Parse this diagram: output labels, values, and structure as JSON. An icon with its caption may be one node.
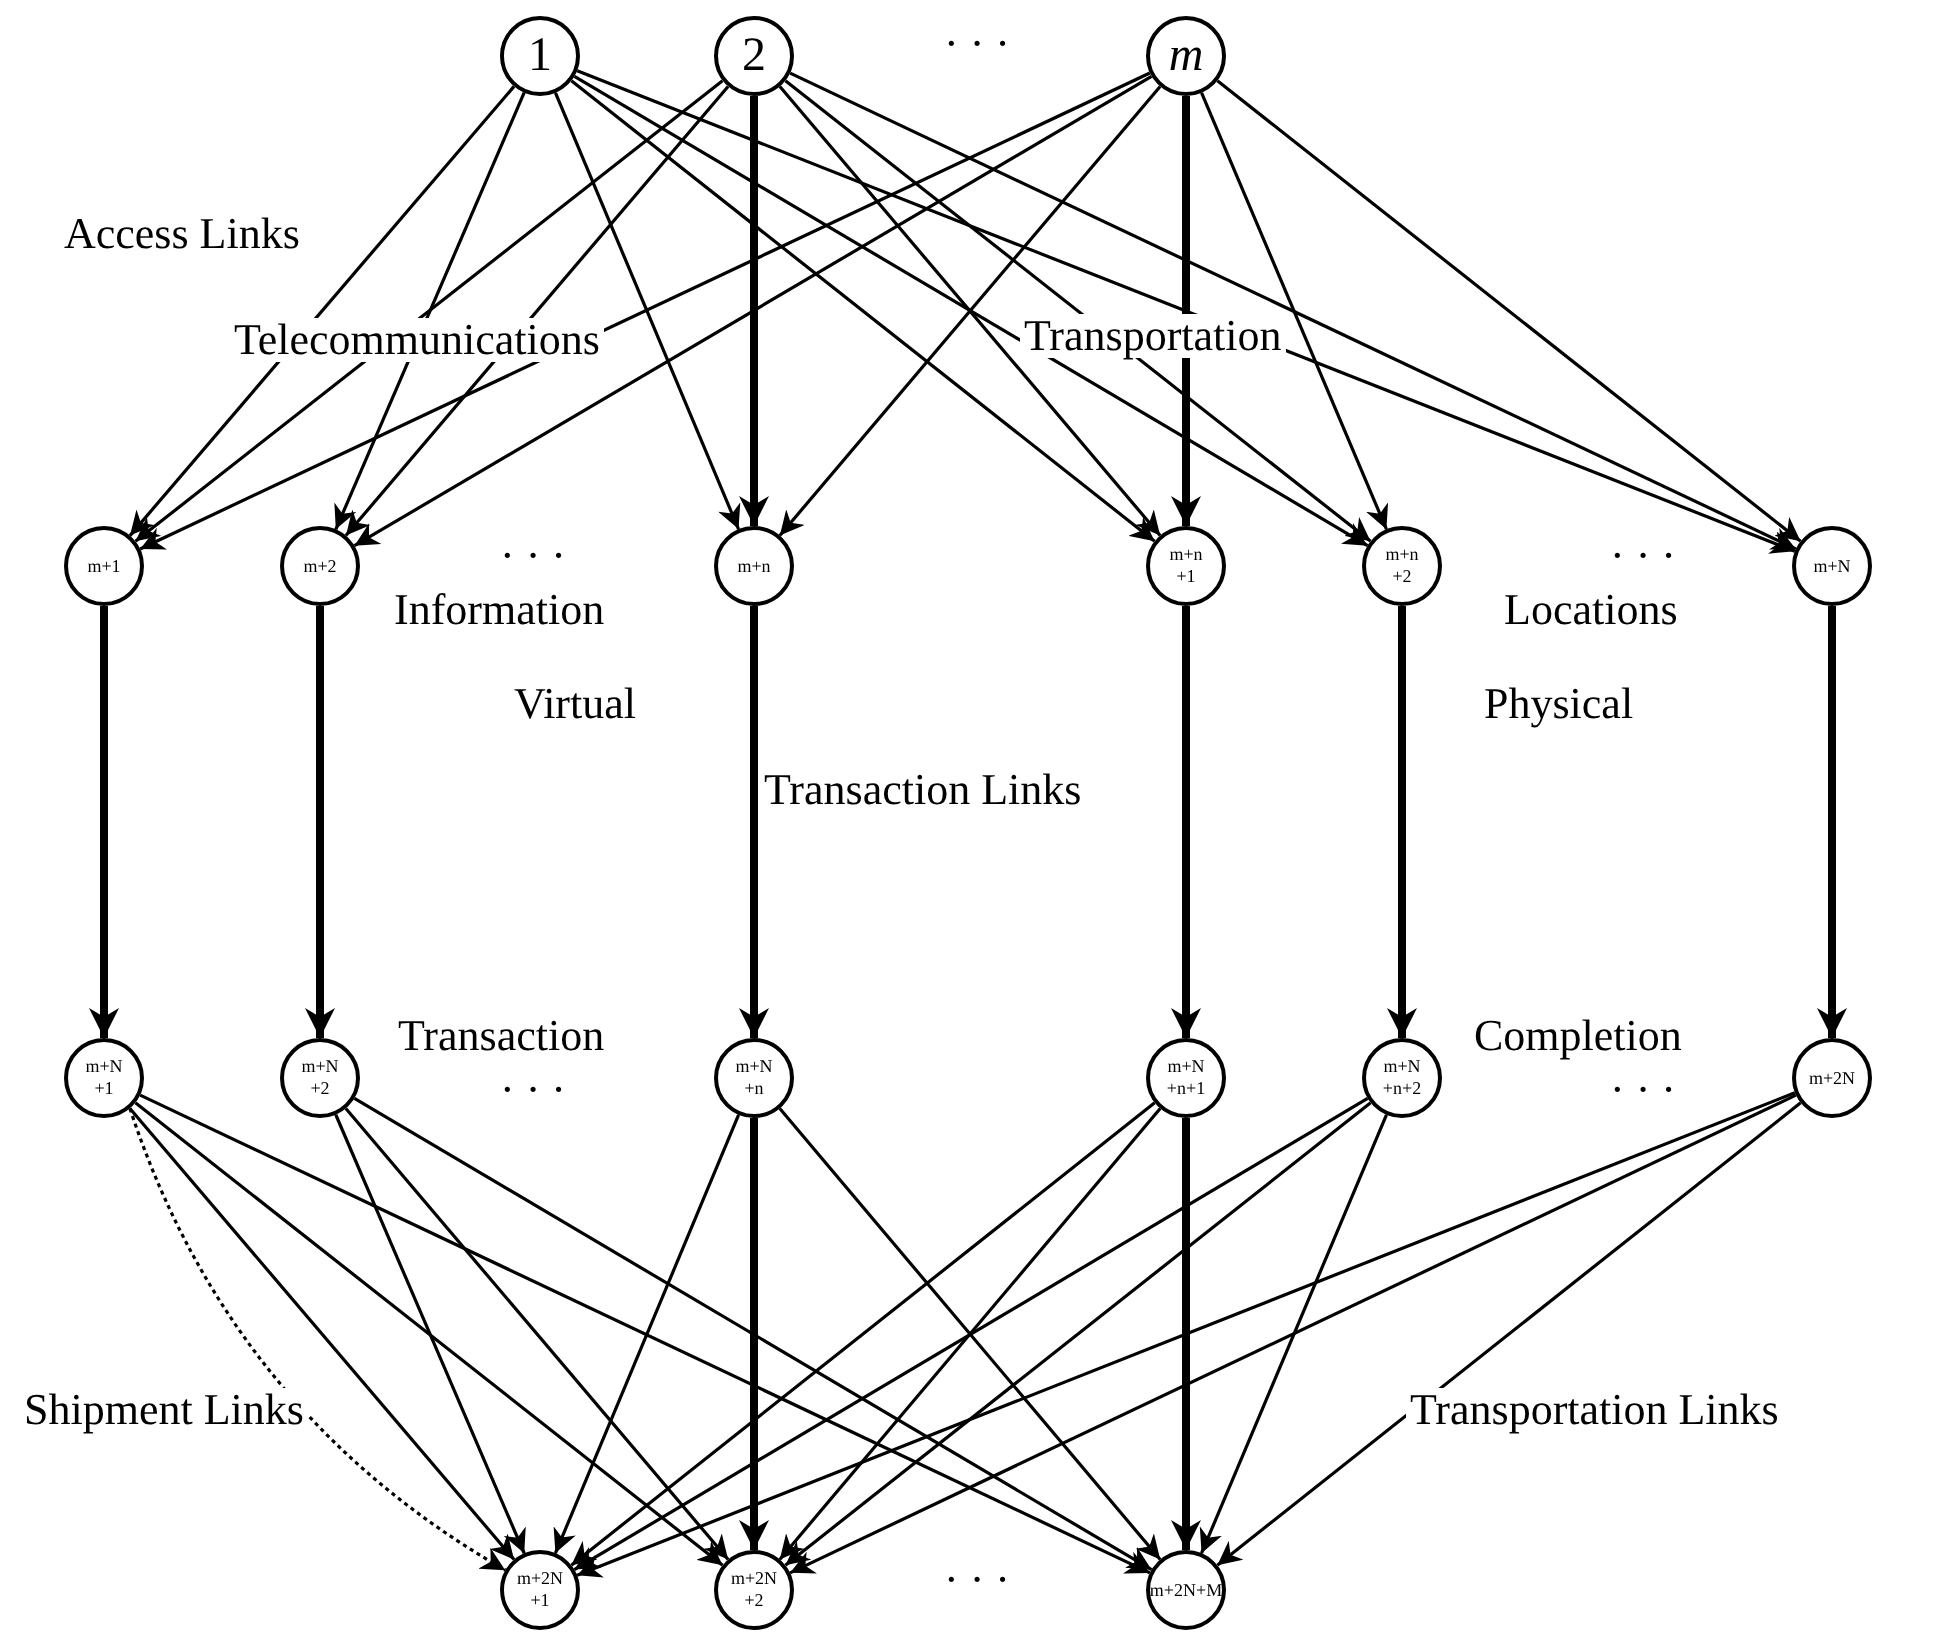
{
  "diagram": {
    "nodes": [
      {
        "text": [
          "1"
        ]
      },
      {
        "text": [
          "2"
        ]
      },
      {
        "text": [
          "*m*"
        ]
      },
      {
        "text": [
          "m+1"
        ]
      },
      {
        "text": [
          "m+2"
        ]
      },
      {
        "text": [
          "m+n"
        ]
      },
      {
        "text": [
          "m+n +1"
        ]
      },
      {
        "text": [
          "m+n +2"
        ]
      },
      {
        "text": [
          "m+N"
        ]
      },
      {
        "text": [
          "m+N +1"
        ]
      },
      {
        "text": [
          "m+N +2"
        ]
      },
      {
        "text": [
          "m+N +n"
        ]
      },
      {
        "text": [
          "m+N +n+1"
        ]
      },
      {
        "text": [
          "m+N +n+2"
        ]
      },
      {
        "text": [
          "m+2N"
        ]
      },
      {
        "text": [
          "m+2N +1"
        ]
      },
      {
        "text": [
          "m+2N +2"
        ]
      },
      {
        "text": [
          "m+2N+M"
        ]
      }
    ],
    "edges": [
      {
        "from": 0,
        "to": 3,
        "arrow": "to"
      },
      {
        "from": 0,
        "to": 4,
        "arrow": "to"
      },
      {
        "from": 0,
        "to": 5,
        "arrow": "to"
      },
      {
        "from": 0,
        "to": 6,
        "arrow": "to"
      },
      {
        "from": 0,
        "to": 7,
        "arrow": "to"
      },
      {
        "from": 0,
        "to": 8,
        "arrow": "to"
      },
      {
        "from": 1,
        "to": 3,
        "arrow": "to"
      },
      {
        "from": 1,
        "to": 4,
        "arrow": "to"
      },
      {
        "from": 1,
        "to": 5,
        "arrow": "to",
        "style": "thick"
      },
      {
        "from": 1,
        "to": 6,
        "arrow": "to"
      },
      {
        "from": 1,
        "to": 7,
        "arrow": "to"
      },
      {
        "from": 1,
        "to": 8,
        "arrow": "to"
      },
      {
        "from": 2,
        "to": 3,
        "arrow": "to"
      },
      {
        "from": 2,
        "to": 4,
        "arrow": "to"
      },
      {
        "from": 2,
        "to": 5,
        "arrow": "to"
      },
      {
        "from": 2,
        "to": 6,
        "arrow": "to",
        "style": "thick"
      },
      {
        "from": 2,
        "to": 7,
        "arrow": "to"
      },
      {
        "from": 2,
        "to": 8,
        "arrow": "to"
      },
      {
        "from": 3,
        "to": 9,
        "arrow": "to",
        "style": "thick"
      },
      {
        "from": 4,
        "to": 10,
        "arrow": "to",
        "style": "thick"
      },
      {
        "from": 5,
        "to": 11,
        "arrow": "to",
        "style": "thick"
      },
      {
        "from": 6,
        "to": 12,
        "arrow": "to",
        "style": "thick"
      },
      {
        "from": 7,
        "to": 13,
        "arrow": "to",
        "style": "thick"
      },
      {
        "from": 8,
        "to": 14,
        "arrow": "to",
        "style": "thick"
      },
      {
        "from": 9,
        "to": 15,
        "arrow": "to",
        "style": "dashed"
      },
      {
        "from": 9,
        "to": 15,
        "arrow": "to"
      },
      {
        "from": 9,
        "to": 16,
        "arrow": "to"
      },
      {
        "from": 9,
        "to": 17,
        "arrow": "to"
      },
      {
        "from": 10,
        "to": 15,
        "arrow": "to"
      },
      {
        "from": 10,
        "to": 16,
        "arrow": "to"
      },
      {
        "from": 10,
        "to": 17,
        "arrow": "to"
      },
      {
        "from": 11,
        "to": 15,
        "arrow": "to"
      },
      {
        "from": 11,
        "to": 16,
        "arrow": "to",
        "style": "thick"
      },
      {
        "from": 11,
        "to": 17,
        "arrow": "to"
      },
      {
        "from": 12,
        "to": 15,
        "arrow": "to"
      },
      {
        "from": 12,
        "to": 16,
        "arrow": "to"
      },
      {
        "from": 12,
        "to": 17,
        "arrow": "to",
        "style": "thick"
      },
      {
        "from": 13,
        "to": 15,
        "arrow": "to"
      },
      {
        "from": 13,
        "to": 16,
        "arrow": "to"
      },
      {
        "from": 13,
        "to": 17,
        "arrow": "to"
      },
      {
        "from": 14,
        "to": 15,
        "arrow": "to"
      },
      {
        "from": 14,
        "to": 16,
        "arrow": "to"
      },
      {
        "from": 14,
        "to": 17,
        "arrow": "to"
      }
    ],
    "labels": [
      "· · ·",
      "Access Links",
      "Telecommunications",
      "Transportation",
      "· · ·",
      "Information",
      "· · ·",
      "Locations",
      "Virtual",
      "Physical",
      "Transaction Links",
      "Transaction",
      "Completion",
      "· · ·",
      "· · ·",
      "Shipment Links",
      "Transportation Links",
      "· · ·"
    ]
  }
}
